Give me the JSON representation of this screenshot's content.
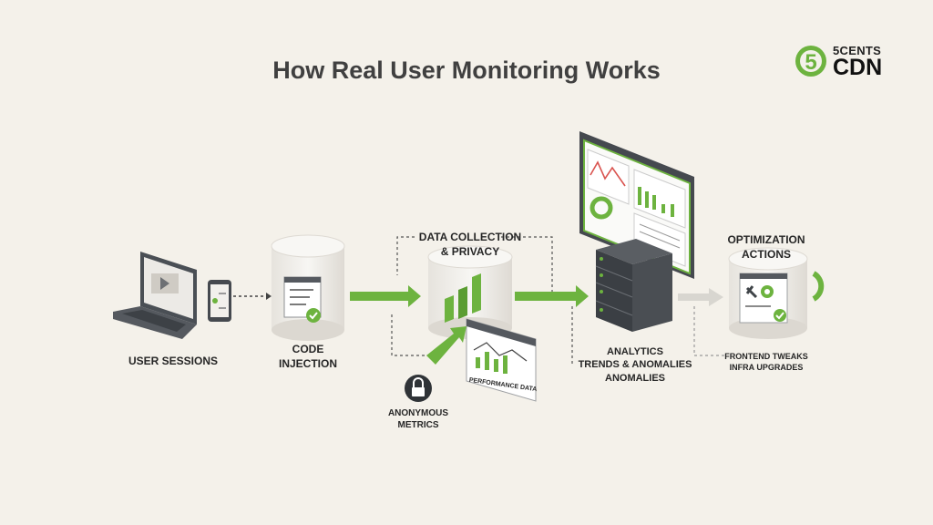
{
  "title": "How Real User Monitoring Works",
  "logo": {
    "line1": "5CENTS",
    "line2": "CDN",
    "badge": "5"
  },
  "stages": {
    "user_sessions": "USER SESSIONS",
    "code_injection_1": "CODE",
    "code_injection_2": "INJECTION",
    "data_collection_1": "DATA COLLECTION",
    "data_collection_2": "& PRIVACY",
    "performance_data": "PERFORMANCE DATA",
    "anonymous_metrics_1": "ANONYMOUS",
    "anonymous_metrics_2": "METRICS",
    "analytics_1": "ANALYTICS",
    "analytics_2": "TRENDS & ANOMALIES",
    "analytics_3": "ANOMALIES",
    "optimization_1": "OPTIMIZATION",
    "optimization_2": "ACTIONS",
    "optimization_3": "FRONTEND TWEAKS",
    "optimization_4": "INFRA UPGRADES"
  },
  "colors": {
    "accent": "#6db33f",
    "dark": "#3f4448",
    "background": "#f4f1ea"
  }
}
